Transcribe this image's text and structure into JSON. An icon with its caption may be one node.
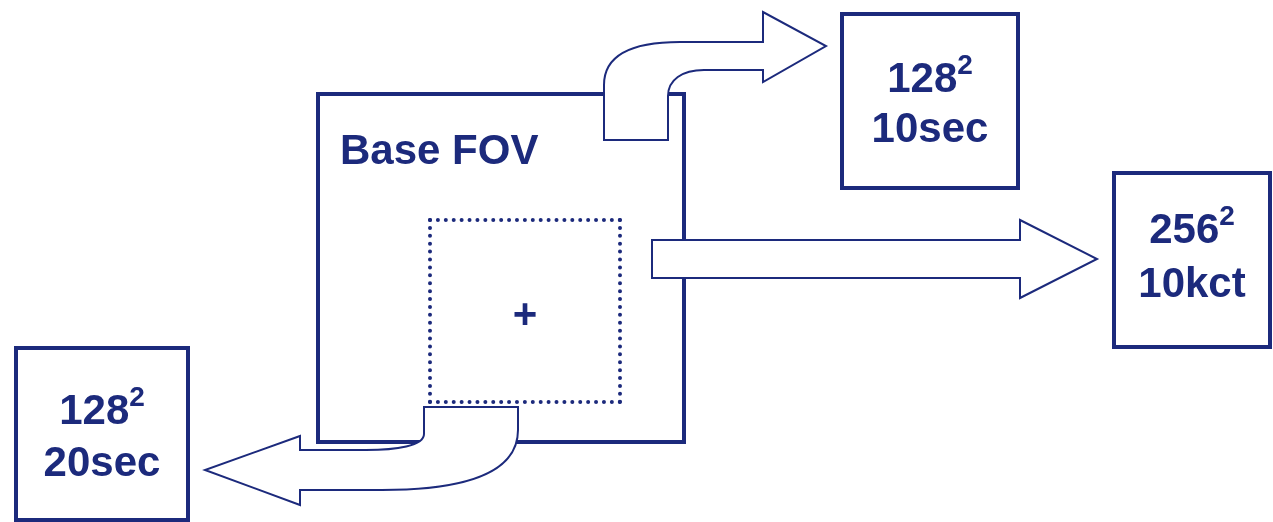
{
  "diagram": {
    "nodes": [
      {
        "text": [
          "Base FOV"
        ]
      },
      {
        "text": [
          "+"
        ],
        "in": 0
      },
      {
        "text": [
          "128$^{2}$",
          "10sec"
        ]
      },
      {
        "text": [
          "256$^{2}$",
          "10kct"
        ]
      },
      {
        "text": [
          "128$^{2}$",
          "20sec"
        ]
      }
    ],
    "edges": [
      {
        "from": 0,
        "to": 2,
        "arrow": "to"
      },
      {
        "from": 0,
        "to": 3,
        "arrow": "to"
      },
      {
        "from": 1,
        "to": 4,
        "arrow": "to"
      }
    ]
  }
}
